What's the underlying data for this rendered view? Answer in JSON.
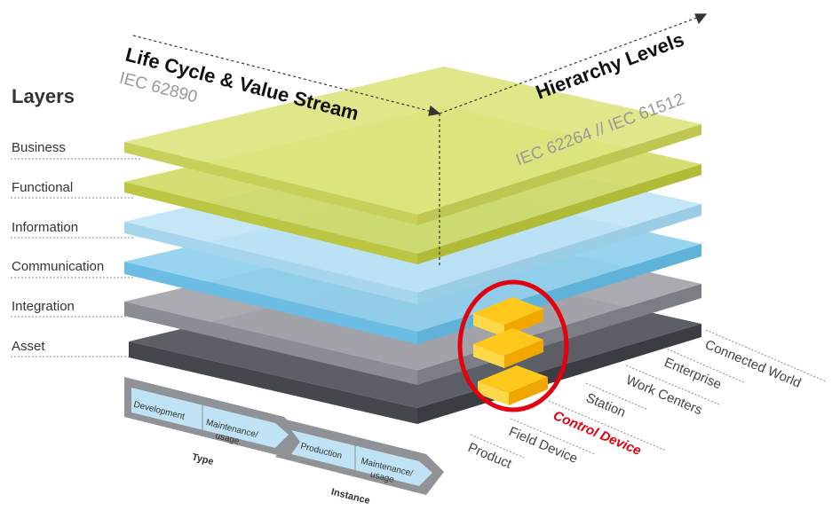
{
  "layers_title": "Layers",
  "layers": [
    "Business",
    "Functional",
    "Information",
    "Communication",
    "Integration",
    "Asset"
  ],
  "lifecycle_axis": {
    "title": "Life Cycle & Value Stream",
    "standard": "IEC 62890"
  },
  "hierarchy_axis": {
    "title": "Hierarchy Levels",
    "standard": "IEC 62264 // IEC 61512"
  },
  "hierarchy_levels": [
    "Connected World",
    "Enterprise",
    "Work Centers",
    "Station",
    "Control Device",
    "Field Device",
    "Product"
  ],
  "highlighted_level": "Control Device",
  "type_block": {
    "label": "Type",
    "phases": [
      "Development",
      "Maintenance/ usage"
    ]
  },
  "instance_block": {
    "label": "Instance",
    "phases": [
      "Production",
      "Maintenance/ usage"
    ]
  },
  "colors": {
    "business": "#d9e07a",
    "functional": "#cfd85a",
    "information": "#bfe3f4",
    "communication": "#8fd0ee",
    "integration": "#a4a7ad",
    "asset": "#5c6066",
    "highlight_ring": "#e3000f",
    "highlight_blocks": "#ffc81a",
    "highlight_text": "#e3000f"
  }
}
